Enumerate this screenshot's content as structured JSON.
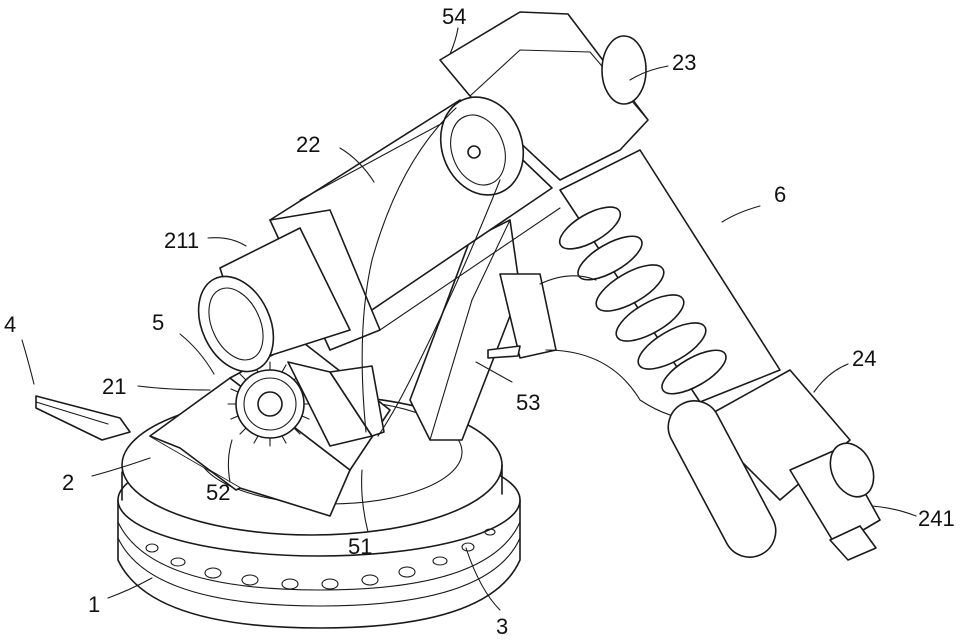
{
  "labels": {
    "l1": "1",
    "l2": "2",
    "l3": "3",
    "l4": "4",
    "l5": "5",
    "l6": "6",
    "l21": "21",
    "l22": "22",
    "l23": "23",
    "l24": "24",
    "l51": "51",
    "l52": "52",
    "l53": "53",
    "l54": "54",
    "l211": "211",
    "l241": "241"
  }
}
